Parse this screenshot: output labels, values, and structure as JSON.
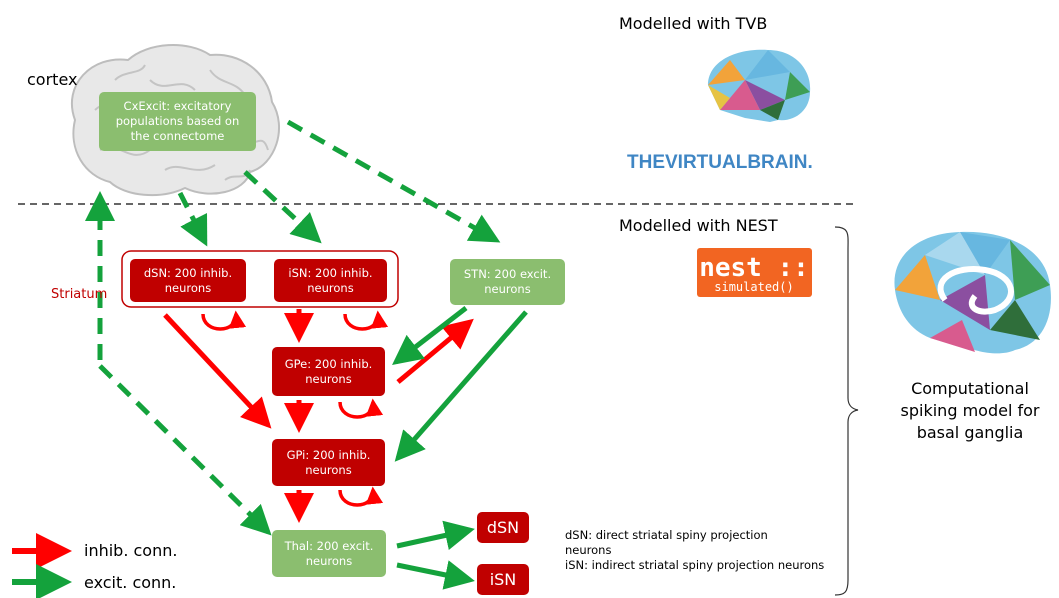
{
  "header": {
    "tvb_title": "Modelled with TVB",
    "nest_title": "Modelled with NEST",
    "tvb_logo_text": "THEVIRTUALBRAIN.",
    "nest_logo_line1": "nest ::",
    "nest_logo_line2": "simulated()"
  },
  "regions": {
    "cortex_label": "cortex",
    "striatum_label": "Striatum"
  },
  "nodes": {
    "cxexcit": "CxExcit: excitatory populations based on the connectome",
    "dsn": "dSN: 200 inhib. neurons",
    "isn": "iSN: 200 inhib. neurons",
    "stn": "STN: 200 excit. neurons",
    "gpe": "GPe: 200 inhib. neurons",
    "gpi": "GPi: 200 inhib. neurons",
    "thal": "Thal: 200 excit. neurons",
    "out_dsn": "dSN",
    "out_isn": "iSN"
  },
  "legend": {
    "inhib": "inhib. conn.",
    "excit": "excit. conn."
  },
  "notes": {
    "line1": "dSN: direct striatal spiny projection",
    "line2": "neurons",
    "line3": "iSN: indirect striatal spiny projection neurons"
  },
  "model": {
    "caption_line1": "Computational",
    "caption_line2": "spiking model for",
    "caption_line3": "basal ganglia"
  },
  "colors": {
    "inhibitory": "#c00000",
    "excitatory": "#8bbe6f",
    "inhib_arrow": "#ff0000",
    "excit_arrow": "#14a23c",
    "nest_orange": "#f26522"
  }
}
